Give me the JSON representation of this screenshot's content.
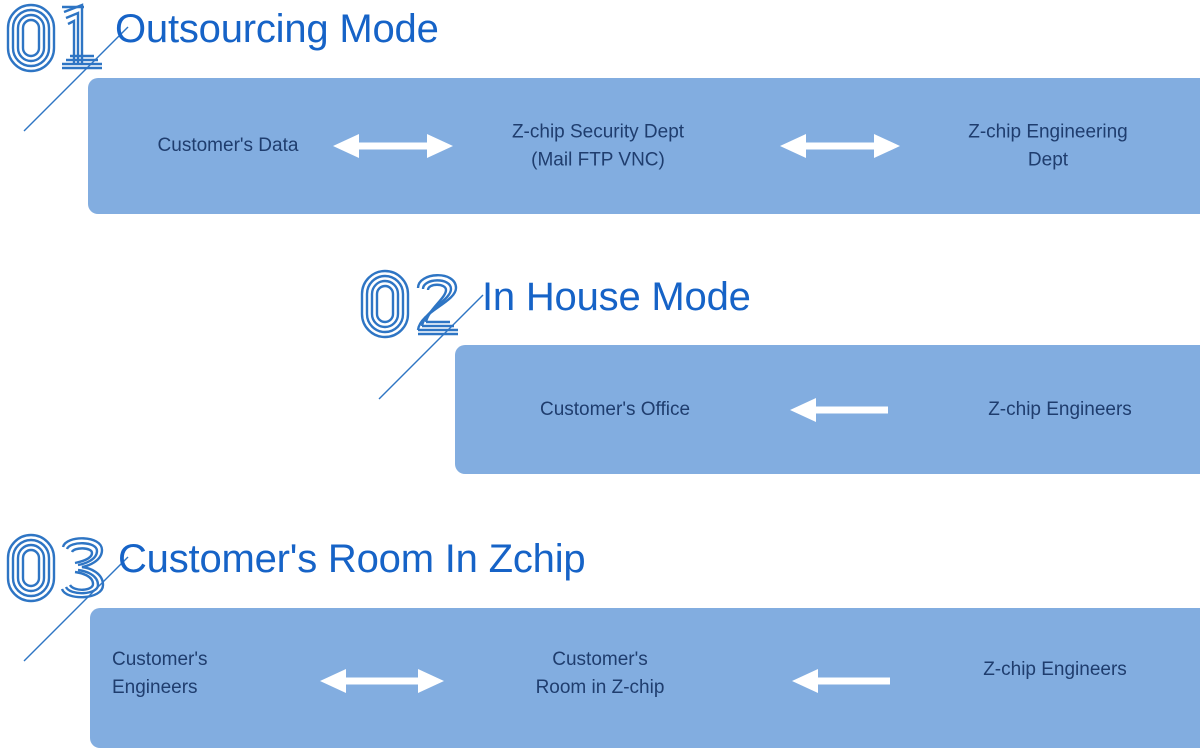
{
  "palette": {
    "bar_fill": "#82ADE0",
    "heading_blue": "#1663C7",
    "number_blue": "#2E75C4",
    "bar_text": "#1F3D6E",
    "arrow_white": "#FFFFFF",
    "connector_blue": "#2E75C4",
    "page_background": "#FFFFFF"
  },
  "sections": [
    {
      "number": "01",
      "heading": "Outsourcing Mode",
      "cells": [
        {
          "text": "Customer's Data"
        },
        {
          "text": "Z-chip Security Dept\n(Mail FTP VNC)"
        },
        {
          "text": "Z-chip Engineering\nDept"
        }
      ],
      "arrows": [
        {
          "direction": "both"
        },
        {
          "direction": "both"
        }
      ]
    },
    {
      "number": "02",
      "heading": "In House Mode",
      "cells": [
        {
          "text": "Customer's Office"
        },
        {
          "text": "Z-chip Engineers"
        }
      ],
      "arrows": [
        {
          "direction": "left"
        }
      ]
    },
    {
      "number": "03",
      "heading": "Customer's Room In Zchip",
      "cells": [
        {
          "text": "Customer's\nEngineers"
        },
        {
          "text": "Customer's\nRoom in Z-chip"
        },
        {
          "text": "Z-chip Engineers"
        }
      ],
      "arrows": [
        {
          "direction": "both"
        },
        {
          "direction": "left"
        }
      ]
    }
  ]
}
